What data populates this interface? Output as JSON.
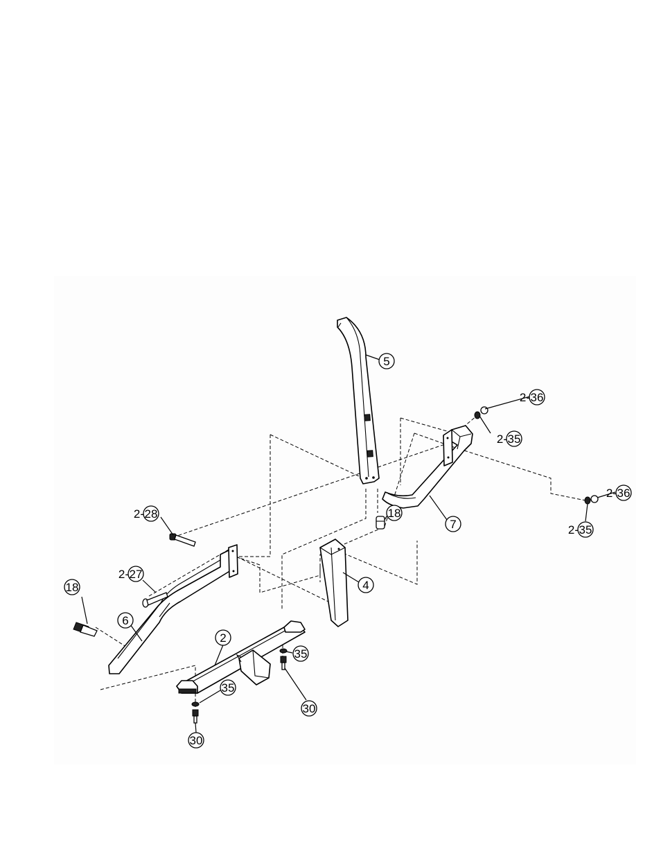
{
  "callouts": [
    {
      "id": "c5",
      "number": "5",
      "prefix": ""
    },
    {
      "id": "c7",
      "number": "7",
      "prefix": ""
    },
    {
      "id": "c4",
      "number": "4",
      "prefix": ""
    },
    {
      "id": "c6",
      "number": "6",
      "prefix": ""
    },
    {
      "id": "c2",
      "number": "2",
      "prefix": ""
    },
    {
      "id": "c18a",
      "number": "18",
      "prefix": ""
    },
    {
      "id": "c18b",
      "number": "18",
      "prefix": ""
    },
    {
      "id": "c36a",
      "number": "36",
      "prefix": "2-"
    },
    {
      "id": "c35a",
      "number": "35",
      "prefix": "2-"
    },
    {
      "id": "c36b",
      "number": "36",
      "prefix": "2-"
    },
    {
      "id": "c35b",
      "number": "35",
      "prefix": "2-"
    },
    {
      "id": "c28",
      "number": "28",
      "prefix": "2-"
    },
    {
      "id": "c27",
      "number": "27",
      "prefix": "2-"
    },
    {
      "id": "c35c",
      "number": "35",
      "prefix": ""
    },
    {
      "id": "c35d",
      "number": "35",
      "prefix": ""
    },
    {
      "id": "c30a",
      "number": "30",
      "prefix": ""
    },
    {
      "id": "c30b",
      "number": "30",
      "prefix": ""
    }
  ]
}
